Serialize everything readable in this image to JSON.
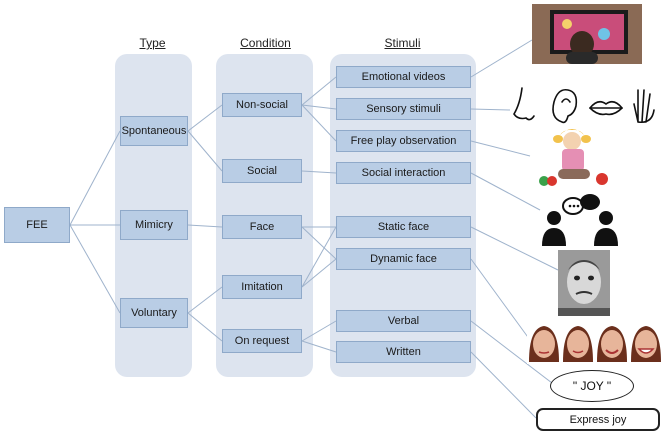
{
  "headers": {
    "type": "Type",
    "condition": "Condition",
    "stimuli": "Stimuli"
  },
  "root": "FEE",
  "types": [
    "Spontaneous",
    "Mimicry",
    "Voluntary"
  ],
  "conditions": [
    "Non-social",
    "Social",
    "Face",
    "Imitation",
    "On request"
  ],
  "stimuli": [
    "Emotional videos",
    "Sensory stimuli",
    "Free play observation",
    "Social interaction",
    "Static face",
    "Dynamic face",
    "Verbal",
    "Written"
  ],
  "examples": {
    "speech_bubble": "\" JOY \"",
    "written_label": "Express joy"
  },
  "colors": {
    "node_fill": "#b9cde5",
    "column_fill": "#dde4ef",
    "connector": "#9fb3cc"
  }
}
